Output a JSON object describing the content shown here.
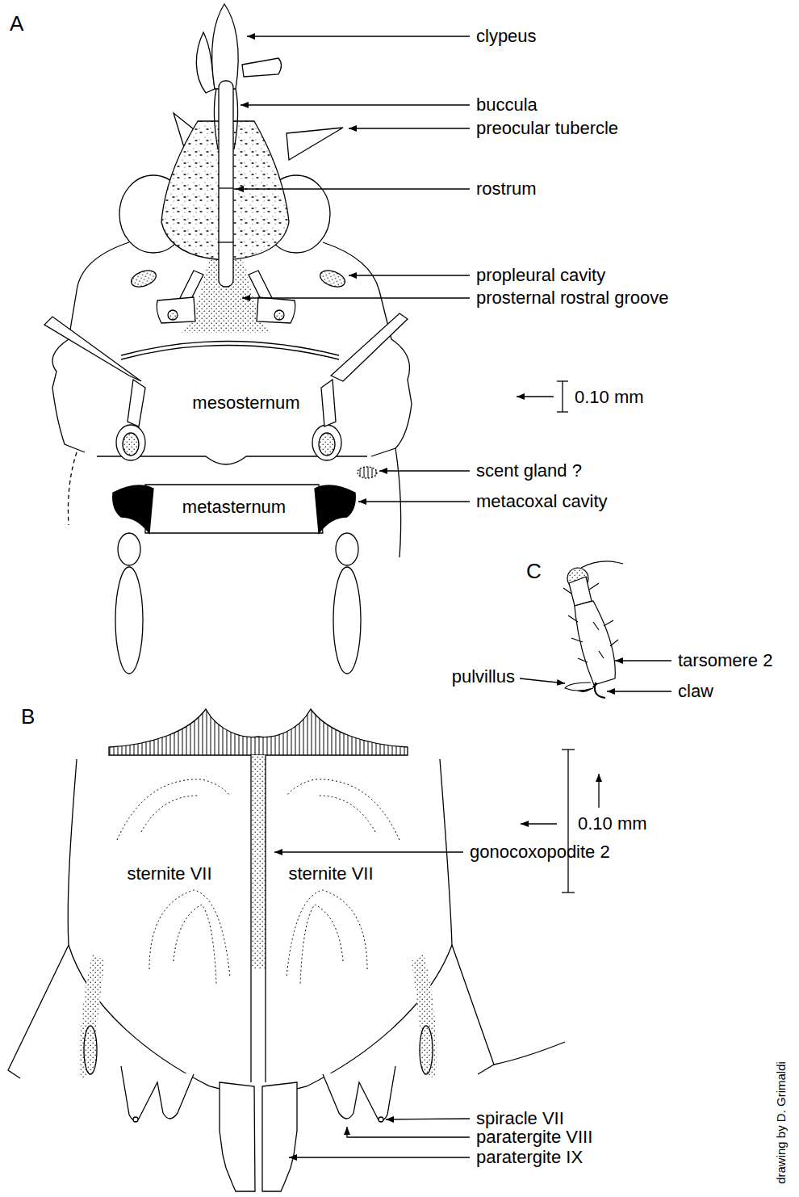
{
  "diagram": {
    "labels": [
      "A",
      "clypeus",
      "buccula",
      "preocular tubercle",
      "rostrum",
      "propleural cavity",
      "prosternal rostral groove",
      "mesosternum",
      "0.10 mm",
      "scent gland ?",
      "metacoxal cavity",
      "metasternum",
      "C",
      "tarsomere 2",
      "pulvillus",
      "claw",
      "B",
      "0.10 mm",
      "sternite VII",
      "sternite VII",
      "gonocoxopodite 2",
      "spiracle VII",
      "paratergite VIII",
      "paratergite IX",
      "drawing by D. Grimaldi"
    ]
  }
}
